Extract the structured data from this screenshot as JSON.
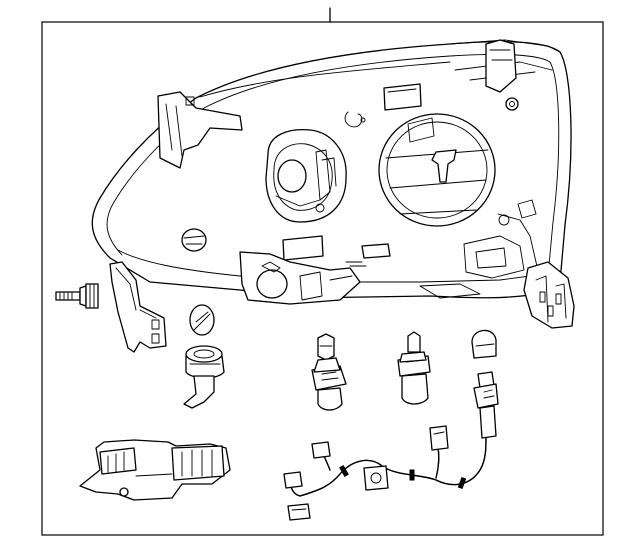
{
  "diagram": {
    "parts": [
      {
        "id": "headlamp-housing"
      },
      {
        "id": "mounting-bolt"
      },
      {
        "id": "side-bracket"
      },
      {
        "id": "bulb-capsule"
      },
      {
        "id": "bulb-socket-large"
      },
      {
        "id": "bulb-socket-medium"
      },
      {
        "id": "bulb-socket-small"
      },
      {
        "id": "wedge-bulb"
      },
      {
        "id": "wedge-bulb-socket"
      },
      {
        "id": "lower-bracket"
      },
      {
        "id": "wiring-harness"
      }
    ],
    "colors": {
      "line": "#000000",
      "background": "#ffffff"
    }
  }
}
